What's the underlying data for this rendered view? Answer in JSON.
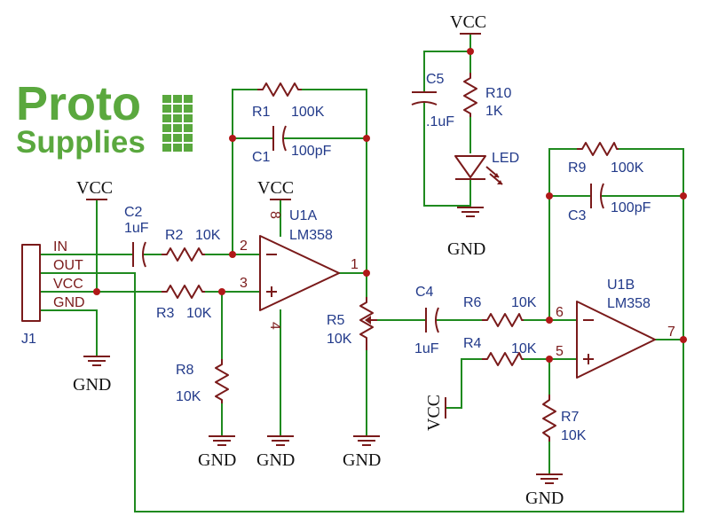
{
  "logo": {
    "line1": "Proto",
    "line2": "Supplies",
    "color": "#5aa83e"
  },
  "colors": {
    "wire": "#1f8a1f",
    "component": "#7a1a1a",
    "label": "#223a8a",
    "junction": "#b01818"
  },
  "connector": {
    "ref": "J1",
    "pins": [
      "IN",
      "OUT",
      "VCC",
      "GND"
    ]
  },
  "components": {
    "r1": {
      "ref": "R1",
      "value": "100K"
    },
    "r2": {
      "ref": "R2",
      "value": "10K"
    },
    "r3": {
      "ref": "R3",
      "value": "10K"
    },
    "r4": {
      "ref": "R4",
      "value": "10K"
    },
    "r5": {
      "ref": "R5",
      "value": "10K"
    },
    "r6": {
      "ref": "R6",
      "value": "10K"
    },
    "r7": {
      "ref": "R7",
      "value": "10K"
    },
    "r8": {
      "ref": "R8",
      "value": "10K"
    },
    "r9": {
      "ref": "R9",
      "value": "100K"
    },
    "r10": {
      "ref": "R10",
      "value": "1K"
    },
    "c1": {
      "ref": "C1",
      "value": "100pF"
    },
    "c2": {
      "ref": "C2",
      "value": "1uF"
    },
    "c3": {
      "ref": "C3",
      "value": "100pF"
    },
    "c4": {
      "ref": "C4",
      "value": "1uF"
    },
    "c5": {
      "ref": "C5",
      "value": ".1uF"
    },
    "led": {
      "ref": "LED"
    },
    "u1a": {
      "ref": "U1A",
      "value": "LM358",
      "pins": {
        "out": "1",
        "inv": "2",
        "noninv": "3",
        "v_neg": "4",
        "v_pos": "8"
      }
    },
    "u1b": {
      "ref": "U1B",
      "value": "LM358",
      "pins": {
        "inv": "6",
        "noninv": "5",
        "out": "7"
      }
    }
  },
  "power": {
    "vcc": "VCC",
    "gnd": "GND"
  }
}
